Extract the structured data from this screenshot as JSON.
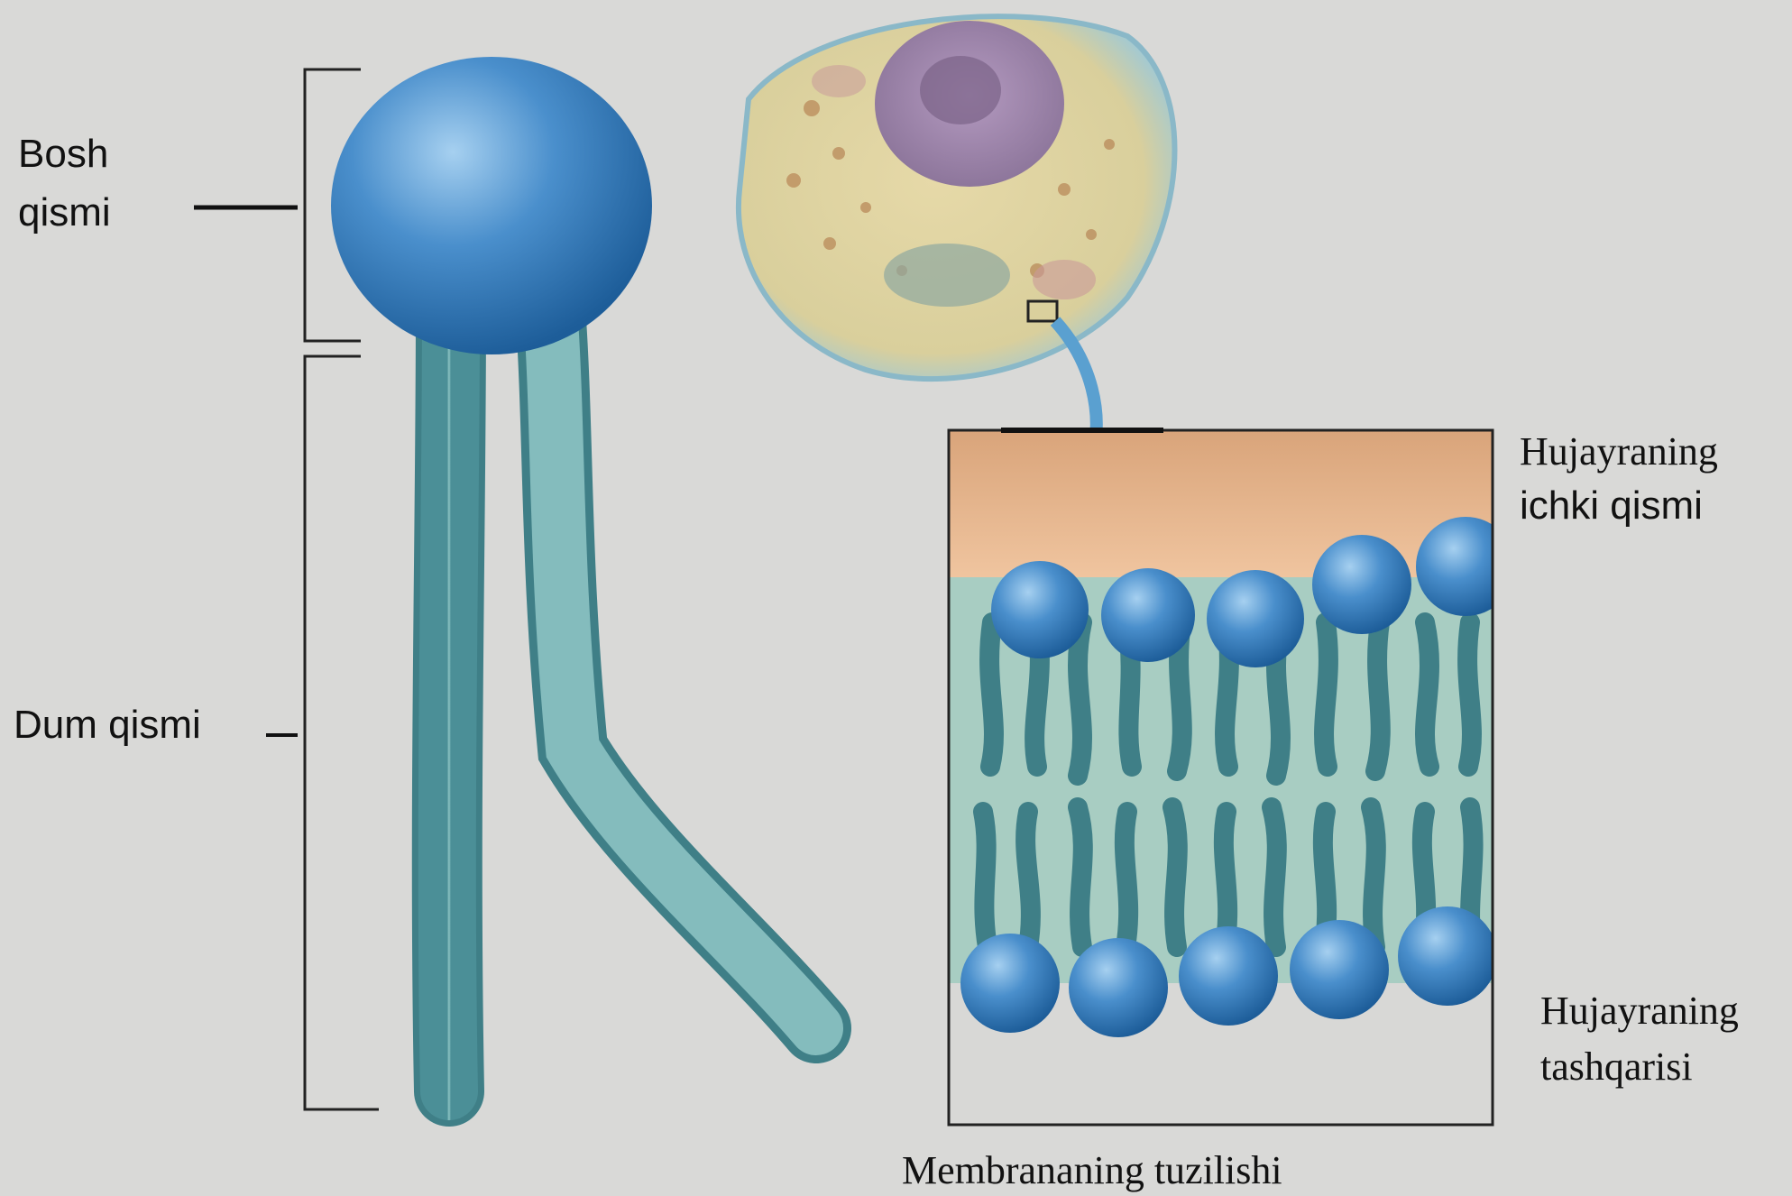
{
  "labels": {
    "head_line1": "Bosh",
    "head_line2": "qismi",
    "tail": "Dum qismi",
    "inside_line1": "Hujayraning",
    "inside_line2": "ichki qismi",
    "outside_line1": "Hujayraning",
    "outside_line2": "tashqarisi",
    "caption": "Membrananing tuzilishi"
  },
  "colors": {
    "background": "#d9d9d7",
    "sphere": "#3f86c6",
    "tail": "#5fa5a9",
    "cytoplasm": "#e8b487",
    "core": "#a8cdc2",
    "arrow": "#5aa0d0"
  }
}
